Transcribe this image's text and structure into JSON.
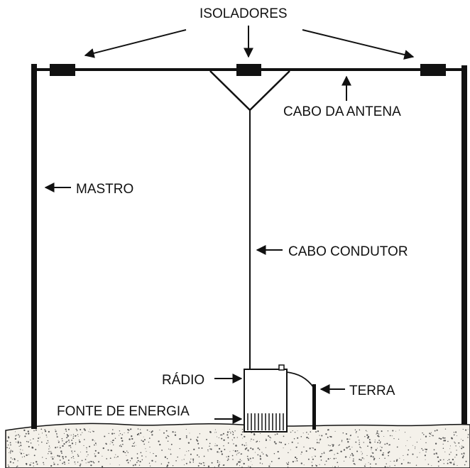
{
  "labels": {
    "isoladores": "ISOLADORES",
    "cabo_antena": "CABO DA ANTENA",
    "mastro": "MASTRO",
    "cabo_condutor": "CABO CONDUTOR",
    "radio": "RÁDIO",
    "terra": "TERRA",
    "fonte_energia": "FONTE DE ENERGIA"
  },
  "colors": {
    "ink": "#111111",
    "ground_fill": "#f4f1ea",
    "ground_speckle": "#555555",
    "background": "#ffffff"
  }
}
